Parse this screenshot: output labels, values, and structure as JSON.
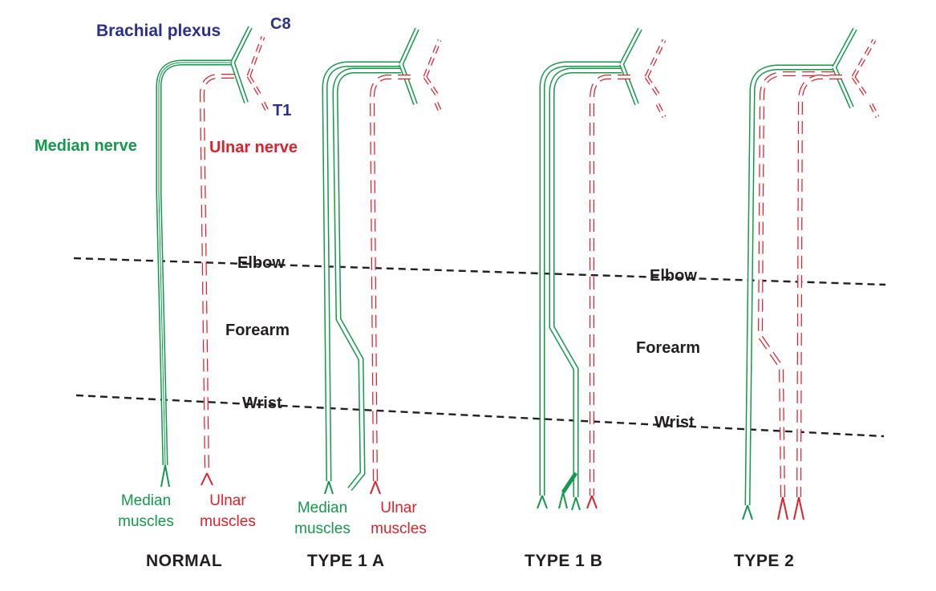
{
  "colors": {
    "median": "#129a4a",
    "ulnar": "#e0202a",
    "plexus": "#2b2f8f",
    "text": "#231f20"
  },
  "labels": {
    "brachial_plexus": "Brachial plexus",
    "c8": "C8",
    "t1": "T1",
    "median_nerve": "Median nerve",
    "ulnar_nerve": "Ulnar nerve",
    "elbow_left": "Elbow",
    "elbow_right": "Elbow",
    "forearm_left": "Forearm",
    "forearm_right": "Forearm",
    "wrist_left": "Wrist",
    "wrist_right": "Wrist"
  },
  "muscles": {
    "normal_median": [
      "Median",
      "muscles"
    ],
    "normal_ulnar": [
      "Ulnar",
      "muscles"
    ],
    "type1a_median": [
      "Median",
      "muscles"
    ],
    "type1a_ulnar": [
      "Ulnar",
      "muscles"
    ]
  },
  "types": [
    "NORMAL",
    "TYPE 1 A",
    "TYPE 1 B",
    "TYPE 2"
  ]
}
